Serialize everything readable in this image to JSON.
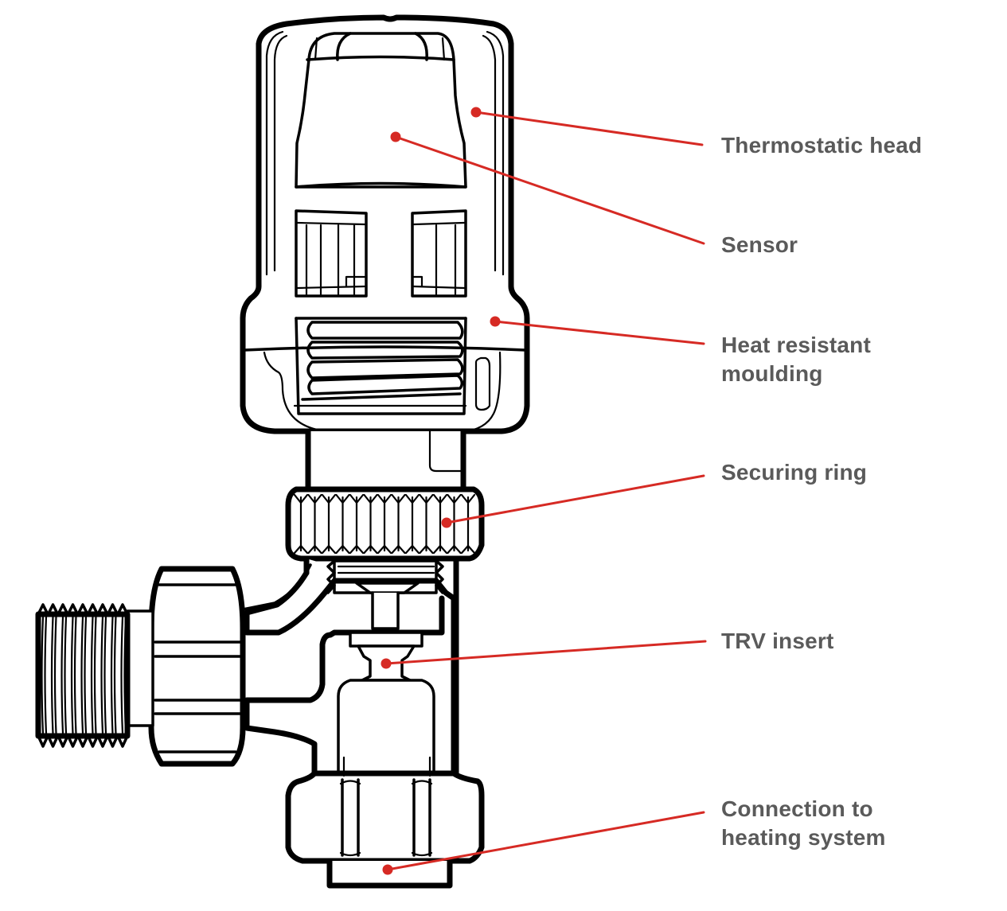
{
  "diagram": {
    "subject": "Thermostatic radiator valve (TRV) cutaway",
    "accent_color": "#d62a24",
    "outline_color": "#000000",
    "label_color": "#5a5a5a",
    "labels": [
      {
        "id": "thermostatic-head",
        "lines": [
          "Thermostatic head"
        ]
      },
      {
        "id": "sensor",
        "lines": [
          "Sensor"
        ]
      },
      {
        "id": "heat-resistant-moulding",
        "lines": [
          "Heat resistant",
          "moulding"
        ]
      },
      {
        "id": "securing-ring",
        "lines": [
          "Securing ring"
        ]
      },
      {
        "id": "trv-insert",
        "lines": [
          "TRV insert"
        ]
      },
      {
        "id": "connection-to-heating-system",
        "lines": [
          "Connection to",
          "heating system"
        ]
      }
    ]
  }
}
